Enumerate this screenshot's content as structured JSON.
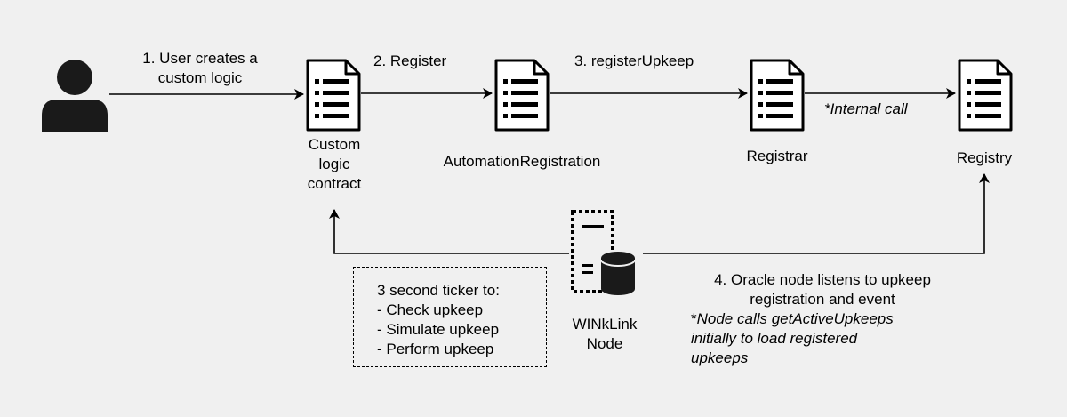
{
  "icons": {
    "user": "user-icon",
    "document": "document-icon",
    "server": "server-icon",
    "database": "database-icon"
  },
  "colors": {
    "background": "#f0f0f0",
    "stroke": "#000000",
    "icon_fill": "#1a1a1a"
  },
  "nodes": {
    "custom_contract": "Custom\nlogic\ncontract",
    "automation_registration": "AutomationRegistration",
    "registrar": "Registrar",
    "registry": "Registry",
    "node": "WINkLink\nNode"
  },
  "edges": {
    "step1": "1. User creates a\ncustom logic",
    "step2": "2. Register",
    "step3": "3. registerUpkeep",
    "internal": "*Internal call",
    "step4": "4. Oracle node listens to upkeep\nregistration and event"
  },
  "notes": {
    "ticker": "3 second ticker to:\n- Check upkeep\n- Simulate upkeep\n- Perform upkeep",
    "node_calls_prefix": "*",
    "node_calls": "Node calls getActiveUpkeeps\ninitially to load registered\nupkeeps"
  }
}
